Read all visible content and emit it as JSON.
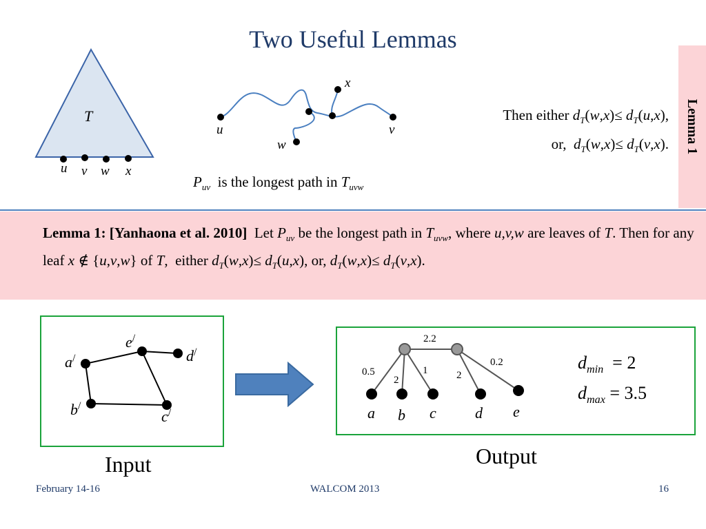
{
  "title": "Two Useful Lemmas",
  "side_tab": "Lemma 1",
  "tree": {
    "label": "T",
    "leaves": [
      "u",
      "v",
      "w",
      "x"
    ]
  },
  "path_figure": {
    "labels": {
      "u": "u",
      "v": "v",
      "w": "w",
      "x": "x"
    },
    "caption_mid": "is the longest path in",
    "caption_P": "P",
    "caption_P_sub": "uv",
    "caption_T": "T",
    "caption_T_sub": "uvw"
  },
  "then_statement": {
    "line1_prefix": "Then either",
    "line2_prefix": "or,"
  },
  "lemma": {
    "heading": "Lemma 1: [Yanhaona et al. 2010]",
    "let": "Let",
    "be_longest": "be the longest path in",
    "where": ", where",
    "leaves_vars": "u,v,w",
    "are_leaves": "are leaves of",
    "then_any_leaf": ". Then for any leaf",
    "of_T": "of",
    "either": "either",
    "or": ", or,"
  },
  "input_graph": {
    "nodes": [
      "a",
      "b",
      "c",
      "d",
      "e"
    ],
    "caption": "Input"
  },
  "output_tree": {
    "edge_labels": [
      "2.2",
      "0.5",
      "2",
      "1",
      "2",
      "0.2"
    ],
    "leaves": [
      "a",
      "b",
      "c",
      "d",
      "e"
    ],
    "caption": "Output"
  },
  "dmin": {
    "label": "d",
    "sub": "min",
    "value": "= 2"
  },
  "dmax": {
    "label": "d",
    "sub": "max",
    "value": "= 3.5"
  },
  "footer": {
    "date": "February 14-16",
    "conference": "WALCOM 2013",
    "page": "16"
  },
  "colors": {
    "title": "#1f3a68",
    "pink": "#fcd4d7",
    "box_border": "#1aa33a",
    "arrow": "#4f81bd",
    "triangle": "#dbe5f1"
  }
}
